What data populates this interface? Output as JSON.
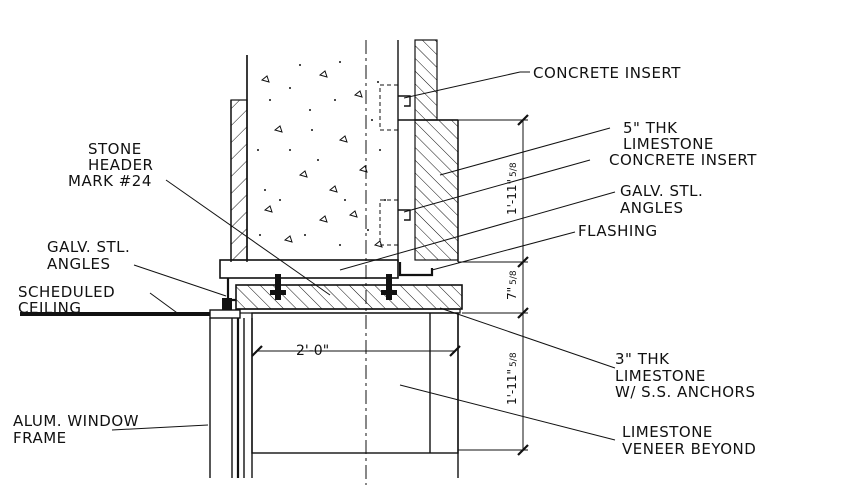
{
  "labels": {
    "concrete_insert_top": "CONCRETE INSERT",
    "limestone_5_line1": "5\" THK",
    "limestone_5_line2": "LIMESTONE",
    "concrete_insert_mid": "CONCRETE INSERT",
    "stone_header_line1": "STONE",
    "stone_header_line2": "HEADER",
    "stone_header_line3": "MARK #24",
    "galv_angles_right_line1": "GALV. STL.",
    "galv_angles_right_line2": "ANGLES",
    "flashing": "FLASHING",
    "galv_angles_left_line1": "GALV. STL.",
    "galv_angles_left_line2": "ANGLES",
    "scheduled_ceiling_line1": "SCHEDULED",
    "scheduled_ceiling_line2": "CEILING",
    "limestone_3_line1": "3\" THK",
    "limestone_3_line2": "LIMESTONE",
    "limestone_3_line3": "W/ S.S. ANCHORS",
    "window_frame_line1": "ALUM. WINDOW",
    "window_frame_line2": "FRAME",
    "veneer_line1": "LIMESTONE",
    "veneer_line2": "VENEER BEYOND"
  },
  "dimensions": {
    "width_2_0": "2'-0\"",
    "upper_1_11": "1'-11\"",
    "upper_1_11_frac": "5/8",
    "mid_7": "7\"",
    "mid_7_frac": "5/8",
    "lower_1_11": "1'-11\"",
    "lower_1_11_frac": "5/8"
  }
}
